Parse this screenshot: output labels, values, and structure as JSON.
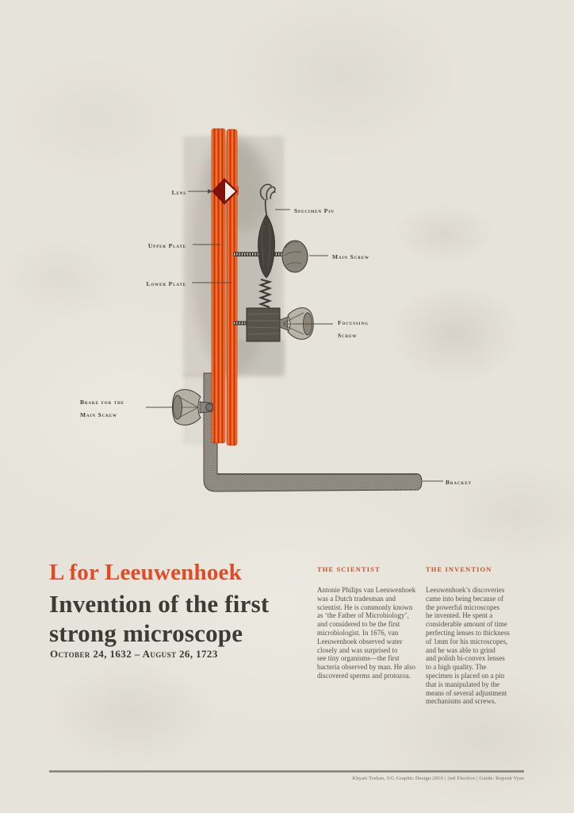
{
  "poster": {
    "background_color": "#e6e3da",
    "accent_color": "#e04b27",
    "ink_color": "#3e3b35"
  },
  "diagram": {
    "labels": {
      "lens": "Lens",
      "upper_plate": "Upper Plate",
      "lower_plate": "Lower Plate",
      "specimen_pin": "Specimen Pin",
      "main_screw": "Main Screw",
      "focussing_screw": "Focussing\nScrew",
      "brake": "Brake for the\nMain Screw",
      "bracket": "Bracket"
    }
  },
  "header": {
    "title_accent": "L for Leeuwenhoek",
    "title_main": "Invention of the first\nstrong microscope",
    "lifespan": "October 24, 1632 – August 26, 1723"
  },
  "columns": [
    {
      "heading": "The Scientist",
      "body": "Antonie Philips van Leeuwenhoek\nwas a Dutch tradesman and\nscientist. He is commonly known\nas ‘the Father of Microbiology’,\nand considered to be the first\nmicrobiologist. In 1676, van\nLeeuwenhoek observed water\nclosely and was surprised to\nsee tiny organisms—the first\nbacteria observed by man. He also\ndiscovered sperms and protozoa."
    },
    {
      "heading": "The Invention",
      "body": "Leeuwenhoek’s discoveries\ncame into being because of\nthe powerful microscopes\nhe invented. He spent a\nconsiderable amount of time\nperfecting lenses to thickness\nof 1mm for his microscopes,\nand he was able to grind\nand polish bi-convex lenses\nto a high quality. The\nspecimen is placed on a pin\nthat is manipulated by the\nmeans of several adjustment\nmechanisms and screws."
    }
  ],
  "footer": {
    "credit": "Khyati Trehan, UG Graphic Design 2010 | 2nd Elective | Guide: Rupesh Vyas"
  }
}
